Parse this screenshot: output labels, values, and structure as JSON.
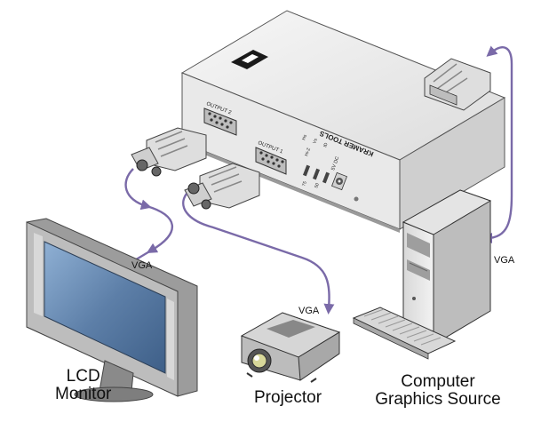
{
  "labels": {
    "lcd_line1": "LCD",
    "lcd_line2": "Monitor",
    "projector": "Projector",
    "computer_line1": "Computer",
    "computer_line2": "Graphics Source",
    "vga_monitor": "VGA",
    "vga_projector": "VGA",
    "vga_computer": "VGA"
  },
  "device": {
    "brand": "KRAMER TOOLS",
    "output2": "OUTPUT 2",
    "output1": "OUTPUT 1",
    "power": "5V DC",
    "sw_labels": [
      "Hs",
      "Vs",
      "ID",
      "Hi-Z",
      "50",
      "75"
    ]
  },
  "colors": {
    "cable": "#7a6aa8",
    "device_body": "#ebebeb",
    "screen": "#5d7fa8"
  }
}
